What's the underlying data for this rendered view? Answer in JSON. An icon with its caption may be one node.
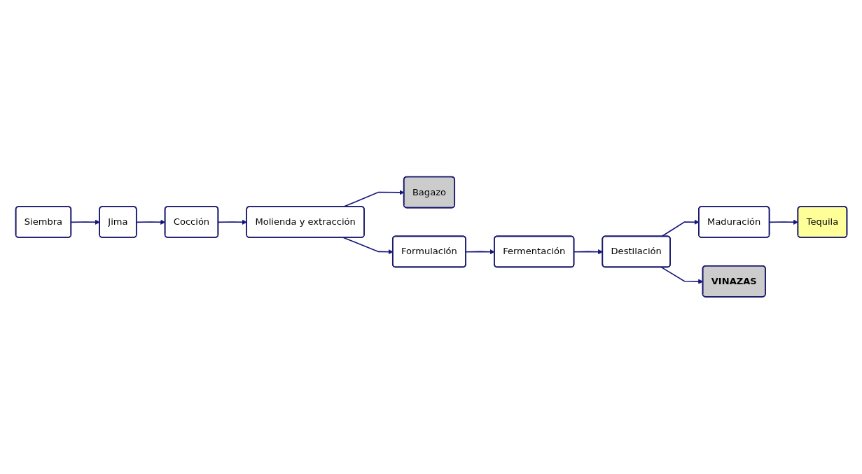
{
  "diagram": {
    "nodes": [
      {
        "text": [
          "Siembra"
        ]
      },
      {
        "text": [
          "Jima"
        ]
      },
      {
        "text": [
          "Cocción"
        ]
      },
      {
        "text": [
          "Molienda y extracción"
        ]
      },
      {
        "text": [
          "Bagazo"
        ]
      },
      {
        "text": [
          "Formulación"
        ]
      },
      {
        "text": [
          "Fermentación"
        ]
      },
      {
        "text": [
          "Destilación"
        ]
      },
      {
        "text": [
          "Maduración"
        ]
      },
      {
        "text": [
          "Tequila"
        ]
      },
      {
        "text": [
          "VINAZAS"
        ]
      }
    ],
    "edges": [
      {
        "from": 0,
        "to": 1,
        "arrow": "to"
      },
      {
        "from": 1,
        "to": 2,
        "arrow": "to"
      },
      {
        "from": 2,
        "to": 3,
        "arrow": "to"
      },
      {
        "from": 3,
        "to": 4,
        "arrow": "to"
      },
      {
        "from": 3,
        "to": 5,
        "arrow": "to"
      },
      {
        "from": 5,
        "to": 6,
        "arrow": "to"
      },
      {
        "from": 6,
        "to": 7,
        "arrow": "to"
      },
      {
        "from": 7,
        "to": 8,
        "arrow": "to"
      },
      {
        "from": 8,
        "to": 9,
        "arrow": "to"
      },
      {
        "from": 7,
        "to": 10,
        "arrow": "to"
      }
    ]
  }
}
